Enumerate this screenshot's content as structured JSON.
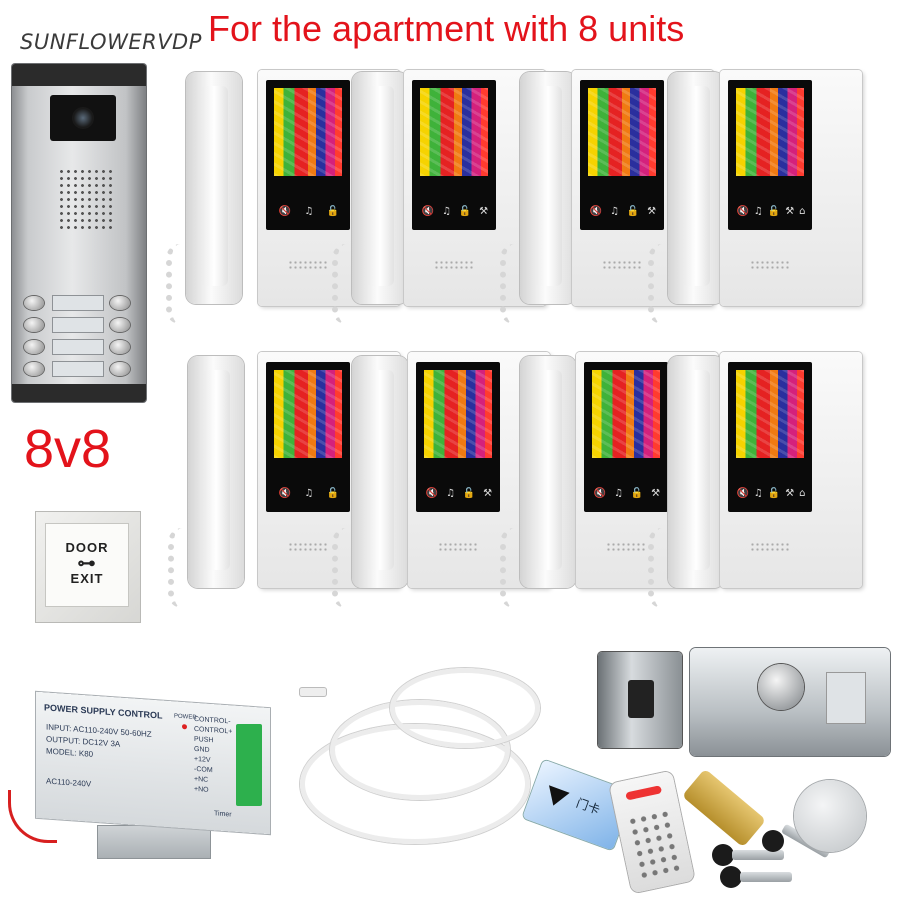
{
  "brand": "SUNFLOWERVDP",
  "headline": "For the apartment with 8 units",
  "kit_code": "8v8",
  "exit_button": {
    "line1": "DOOR",
    "line2": "EXIT",
    "key_icon": "key-icon"
  },
  "power_supply": {
    "title": "POWER SUPPLY CONTROL",
    "input": "INPUT: AC110-240V 50-60HZ",
    "output": "OUTPUT: DC12V  3A",
    "model": "MODEL: K80",
    "ac": "AC110-240V",
    "power": "POWER",
    "terminals": [
      "CONTROL-",
      "CONTROL+",
      "PUSH",
      "GND",
      "+12V",
      "-COM",
      "+NC",
      "+NO"
    ],
    "timer": "Timer"
  },
  "monitor_keys": [
    "🔇",
    "♫",
    "🔓",
    "⚒",
    "⌂"
  ],
  "accessory_card": "门卡",
  "colors": {
    "headline": "#e3131b",
    "kit_code": "#e3131b",
    "brand": "#3a3a3a"
  }
}
